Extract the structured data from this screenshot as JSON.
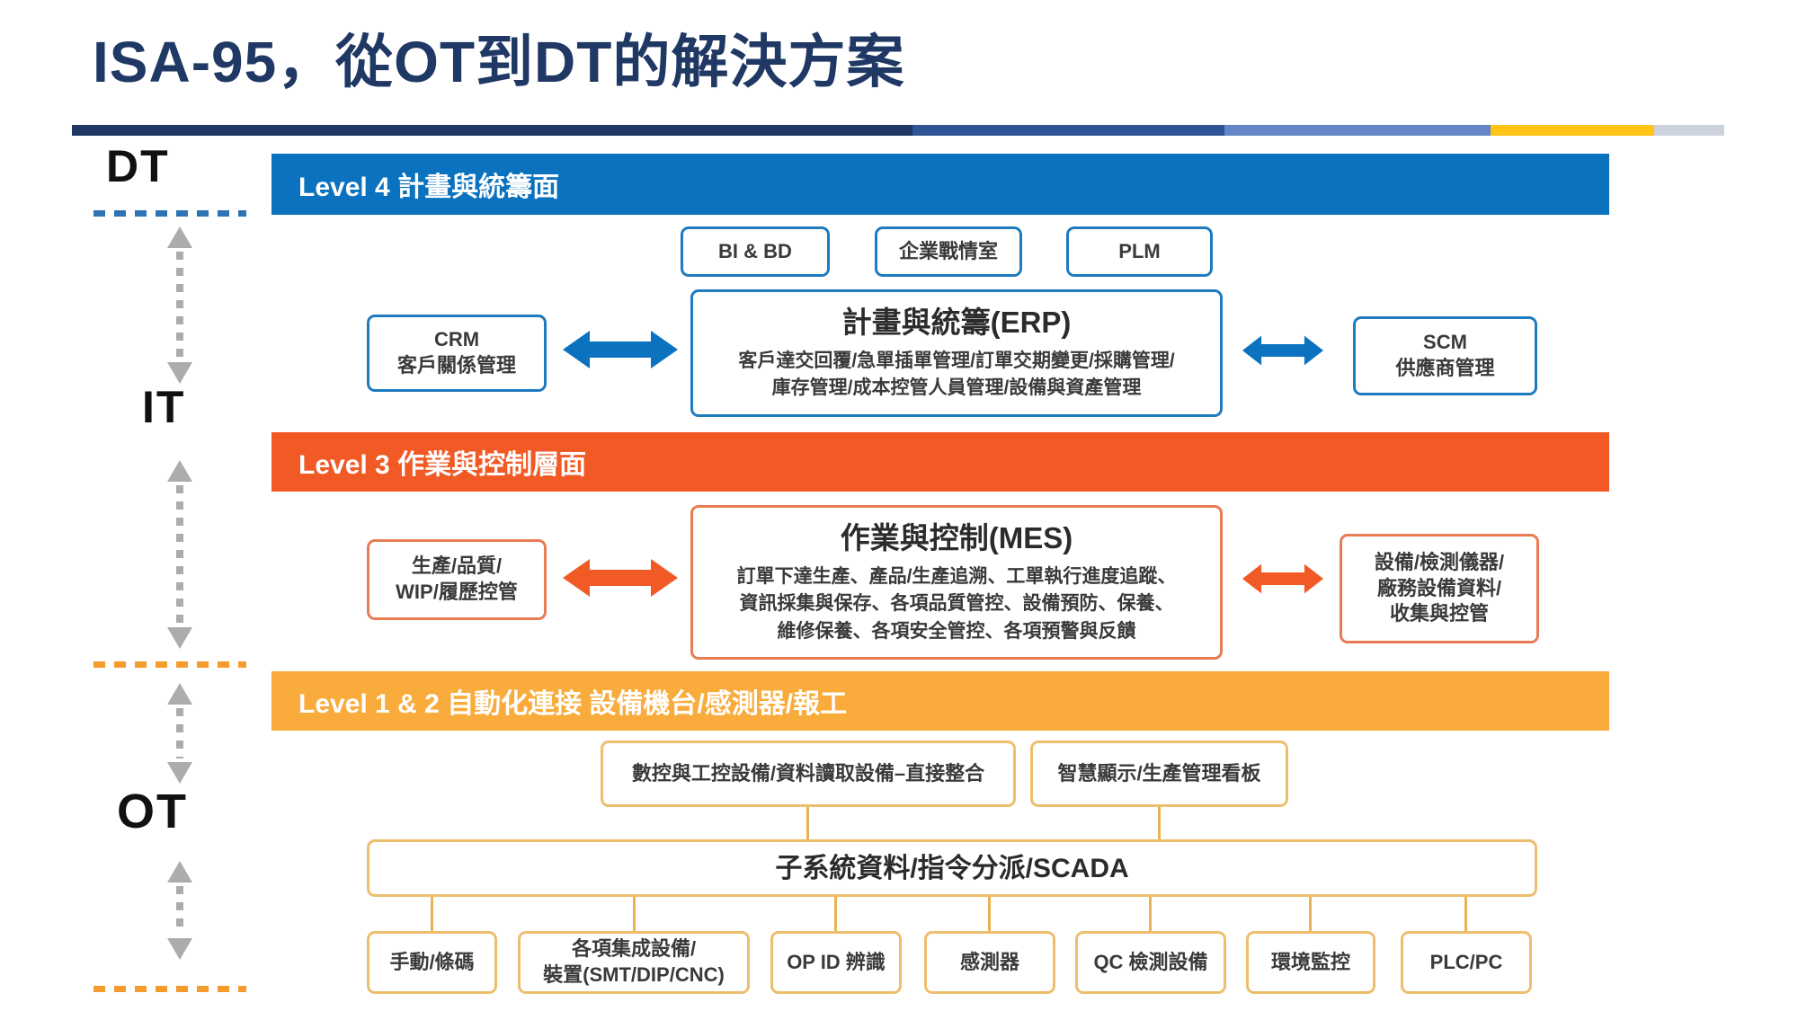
{
  "page": {
    "title": "ISA-95，從OT到DT的解決方案"
  },
  "rail": {
    "dt_label": "DT",
    "it_label": "IT",
    "ot_label": "OT"
  },
  "level4": {
    "header": "Level 4 計畫與統籌面",
    "top_boxes": [
      {
        "label": "BI & BD"
      },
      {
        "label": "企業戰情室"
      },
      {
        "label": "PLM"
      }
    ],
    "crm": {
      "line1": "CRM",
      "line2": "客戶關係管理"
    },
    "erp": {
      "title": "計畫與統籌(ERP)",
      "body_line1": "客戶達交回覆/急單插單管理/訂單交期變更/採購管理/",
      "body_line2": "庫存管理/成本控管人員管理/設備與資產管理"
    },
    "scm": {
      "line1": "SCM",
      "line2": "供應商管理"
    }
  },
  "level3": {
    "header": "Level 3 作業與控制層面",
    "left_box": {
      "line1": "生產/品質/",
      "line2": "WIP/履歷控管"
    },
    "mes": {
      "title": "作業與控制(MES)",
      "body_line1": "訂單下達生產、產品/生產追溯、工單執行進度追蹤、",
      "body_line2": "資訊採集與保存、各項品質管控、設備預防、保養、",
      "body_line3": "維修保養、各項安全管控、各項預警與反饋"
    },
    "right_box": {
      "line1": "設備/檢測儀器/",
      "line2": "廠務設備資料/",
      "line3": "收集與控管"
    }
  },
  "level12": {
    "header": "Level 1 & 2 自動化連接 設備機台/感測器/報工",
    "integration_box": "數控與工控設備/資料讀取設備–直接整合",
    "display_box": "智慧顯示/生產管理看板",
    "scada_box": "子系統資料/指令分派/SCADA",
    "bottom_boxes": [
      {
        "line1": "手動/條碼"
      },
      {
        "line1": "各項集成設備/",
        "line2": "裝置(SMT/DIP/CNC)"
      },
      {
        "line1": "OP ID 辨識"
      },
      {
        "line1": "感測器"
      },
      {
        "line1": "QC 檢測設備"
      },
      {
        "line1": "環境監控"
      },
      {
        "line1": "PLC/PC"
      }
    ]
  },
  "colors": {
    "title_navy": "#1F3864",
    "level4_blue": "#0A72BE",
    "level3_orange": "#F15A25",
    "level12_yellow": "#F9AC3C",
    "box_border_blue": "#1E7BC0",
    "box_border_orange": "#E97C55",
    "box_border_yellow": "#EDBE6E",
    "arrow_gray": "#ACACAC",
    "divider_segments": [
      "#1F3864",
      "#2F5597",
      "#6286C6",
      "#FFC415",
      "#CDD3DE"
    ]
  }
}
